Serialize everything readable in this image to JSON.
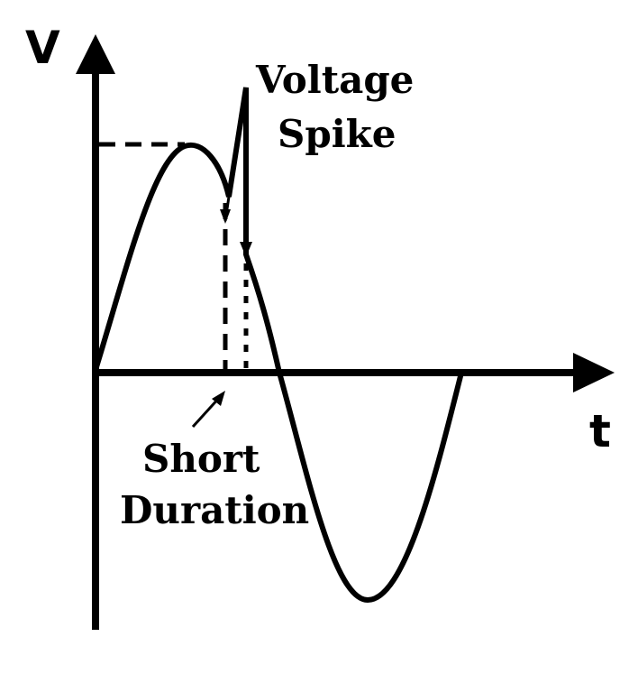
{
  "axes": {
    "y_label": "V",
    "x_label": "t"
  },
  "annotations": {
    "spike_line1": "Voltage",
    "spike_line2": "Spike",
    "duration_line1": "Short",
    "duration_line2": "Duration"
  },
  "colors": {
    "ink": "#000000",
    "background": "#ffffff"
  }
}
